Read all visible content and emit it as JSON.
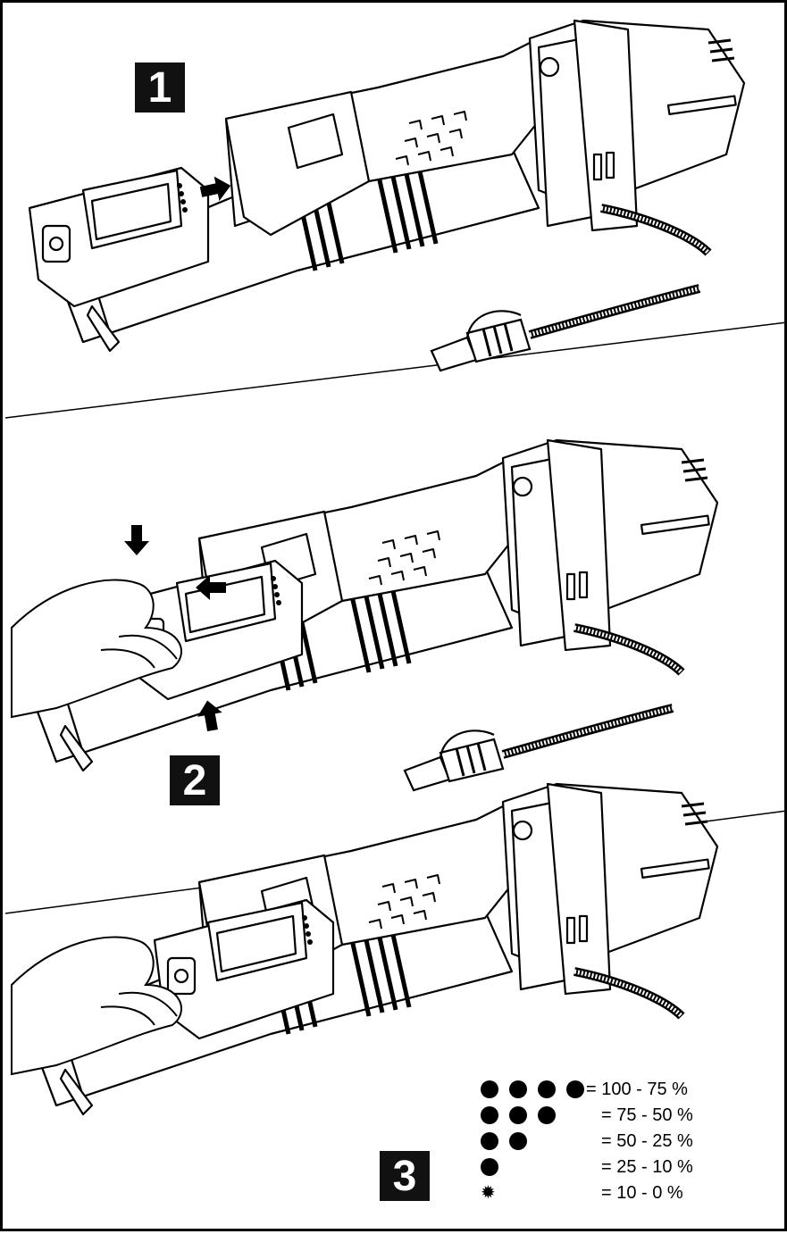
{
  "steps": [
    {
      "number": "1"
    },
    {
      "number": "2"
    },
    {
      "number": "3"
    }
  ],
  "legend": [
    {
      "dots": 4,
      "text": "= 100 - 75 %"
    },
    {
      "dots": 3,
      "text": "= 75 - 50 %"
    },
    {
      "dots": 2,
      "text": "= 50 - 25 %"
    },
    {
      "dots": 1,
      "text": "= 25 - 10 %"
    },
    {
      "dots": 0,
      "flashing": true,
      "text": "= 10 - 0 %"
    }
  ],
  "colors": {
    "ink": "#000000",
    "badge": "#111111",
    "paper": "#ffffff"
  },
  "icons": [
    "battery-pack-icon",
    "grease-gun-icon",
    "hand-icon",
    "arrow-icon",
    "led-dot-icon",
    "flashing-led-icon"
  ]
}
